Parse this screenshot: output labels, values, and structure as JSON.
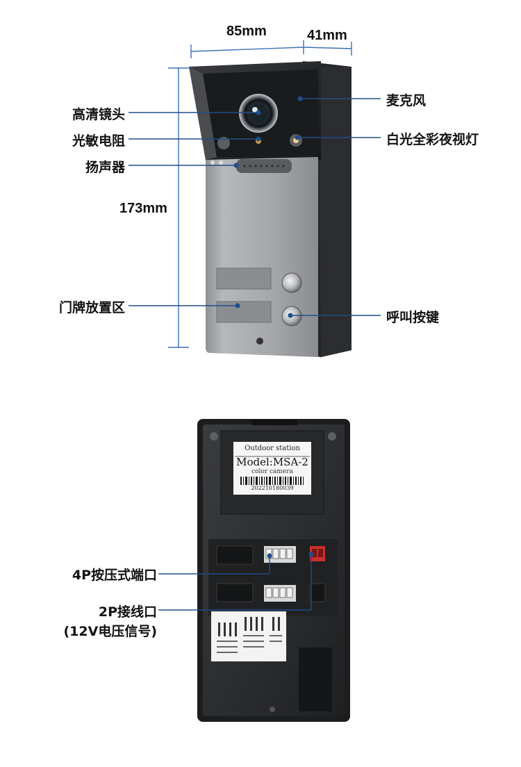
{
  "dimensions": {
    "width": "85mm",
    "depth": "41mm",
    "height": "173mm"
  },
  "front_labels": {
    "lens": "高清镜头",
    "photoresistor": "光敏电阻",
    "speaker": "扬声器",
    "nameplate": "门牌放置区",
    "microphone": "麦克风",
    "night_light": "白光全彩夜视灯",
    "call_button": "呼叫按键"
  },
  "back_labels": {
    "port_4p": "4P按压式端口",
    "port_2p_line1": "2P接线口",
    "port_2p_line2": "(12V电压信号)"
  },
  "sticker": {
    "line1": "Outdoor station",
    "model": "Model:MSA-2",
    "line3": "color camera",
    "serial": "202210180039"
  },
  "colors": {
    "annotation_line": "#1f4e8c",
    "dimension_line": "#3d6fb8",
    "panel_metal": "#a7a9ad",
    "housing": "#2b2d30"
  }
}
